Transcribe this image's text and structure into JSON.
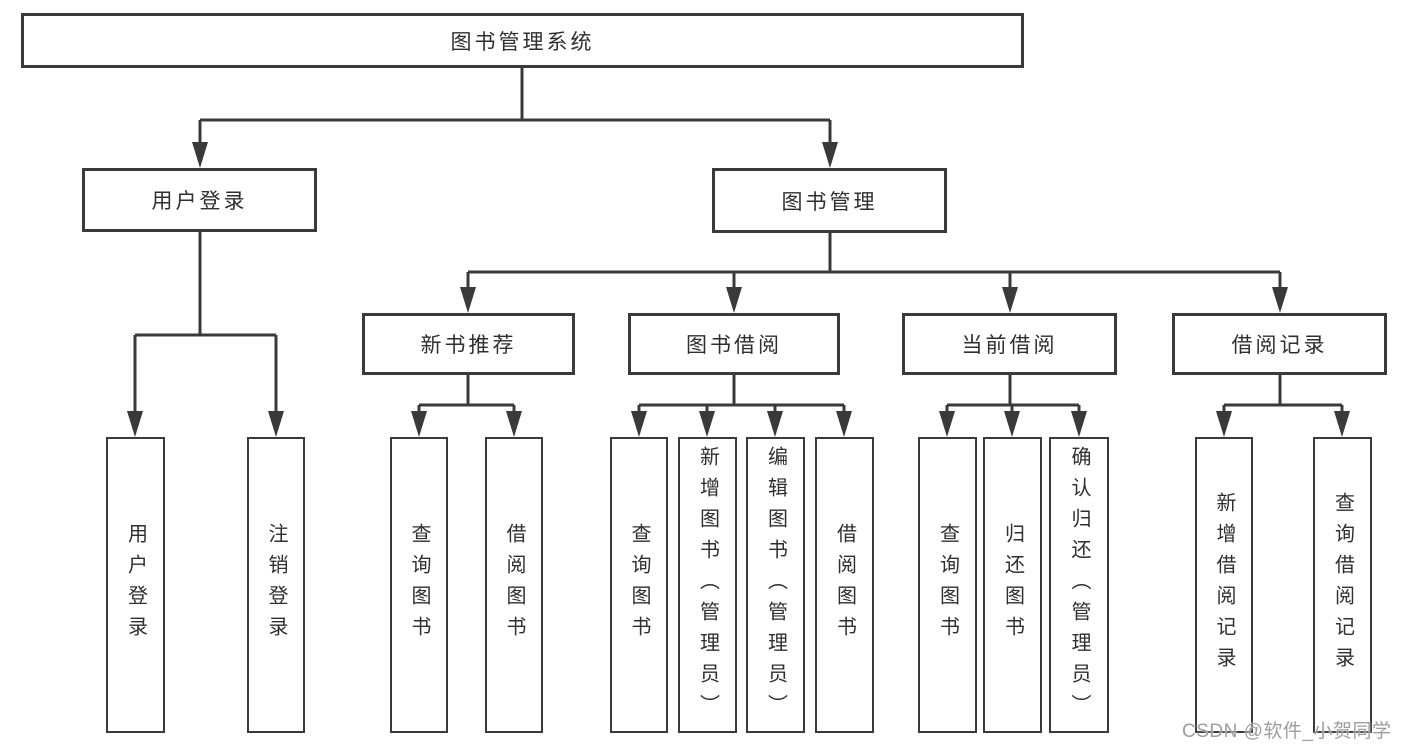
{
  "tree": {
    "label": "图书管理系统",
    "children": [
      {
        "label": "用户登录",
        "children": [
          {
            "label": "用户登录"
          },
          {
            "label": "注销登录"
          }
        ]
      },
      {
        "label": "图书管理",
        "children": [
          {
            "label": "新书推荐",
            "children": [
              {
                "label": "查询图书"
              },
              {
                "label": "借阅图书"
              }
            ]
          },
          {
            "label": "图书借阅",
            "children": [
              {
                "label": "查询图书"
              },
              {
                "label": "新增图书（管理员）"
              },
              {
                "label": "编辑图书（管理员）"
              },
              {
                "label": "借阅图书"
              }
            ]
          },
          {
            "label": "当前借阅",
            "children": [
              {
                "label": "查询图书"
              },
              {
                "label": "归还图书"
              },
              {
                "label": "确认归还（管理员）"
              }
            ]
          },
          {
            "label": "借阅记录",
            "children": [
              {
                "label": "新增借阅记录"
              },
              {
                "label": "查询借阅记录"
              }
            ]
          }
        ]
      }
    ]
  },
  "watermark": "CSDN @软件_小贺同学",
  "colors": {
    "line": "#3a3a3a",
    "border": "#3a3a3a",
    "text": "#2f2f2f",
    "background": "#ffffff",
    "watermark": "#9e9e9e"
  }
}
